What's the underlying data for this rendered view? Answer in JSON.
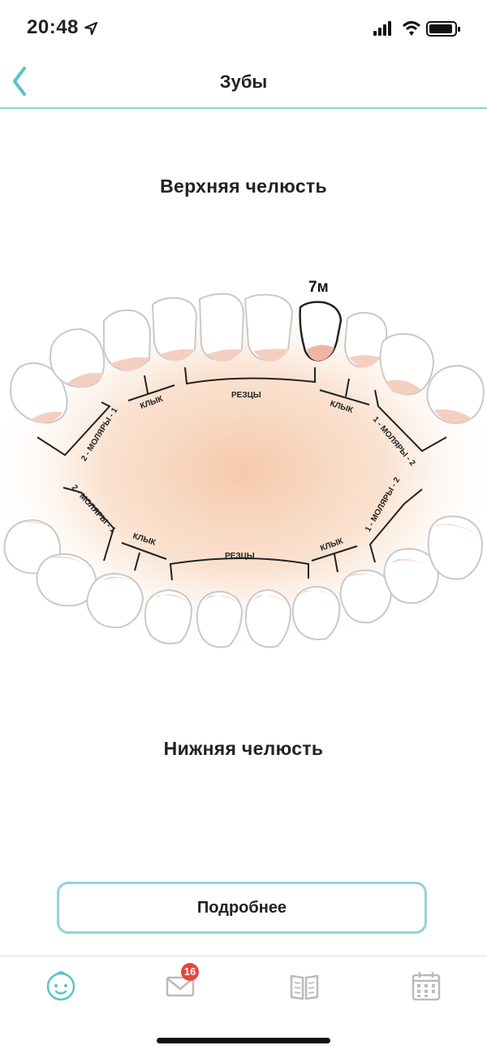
{
  "status_bar": {
    "time": "20:48"
  },
  "nav": {
    "title": "Зубы"
  },
  "upper_jaw": {
    "title": "Верхняя челюсть",
    "labels": {
      "incisors": "РЕЗЦЫ",
      "canine_left": "КЛЫК",
      "canine_right": "КЛЫК",
      "molars_left": "2 - МОЛЯРЫ - 1",
      "molars_right": "1 - МОЛЯРЫ - 2"
    },
    "highlighted_tooth_age": "7м"
  },
  "lower_jaw": {
    "title": "Нижняя челюсть",
    "labels": {
      "incisors": "РЕЗЦЫ",
      "canine_left": "КЛЫК",
      "canine_right": "КЛЫК",
      "molars_left": "2 - МОЛЯРЫ - 1",
      "molars_right": "1 - МОЛЯРЫ - 2"
    }
  },
  "details_button": {
    "label": "Подробнее"
  },
  "tab_bar": {
    "messages_badge": "16"
  },
  "colors": {
    "accent": "#5bc4c9",
    "gum": "#f5c6a6",
    "tooth_root": "#f2b8a8",
    "badge": "#e8453c"
  }
}
